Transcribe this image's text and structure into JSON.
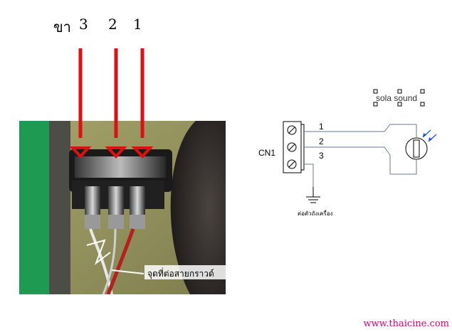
{
  "pin_labels": {
    "prefix": "ขา",
    "pin3": "3",
    "pin2": "2",
    "pin1": "1"
  },
  "photo": {
    "caption": "จุดที่ต่อสายกราวด์"
  },
  "schematic": {
    "component_label": "sola sound",
    "connector_label": "CN1",
    "pins": [
      "1",
      "2",
      "3"
    ],
    "ground_label": "ต่อตัวถังเครื่อง"
  },
  "footer": {
    "website": "www.thaicine.com"
  },
  "colors": {
    "arrow": "#dd1111",
    "wire": "#6a7a96",
    "footer": "#e0007a"
  }
}
